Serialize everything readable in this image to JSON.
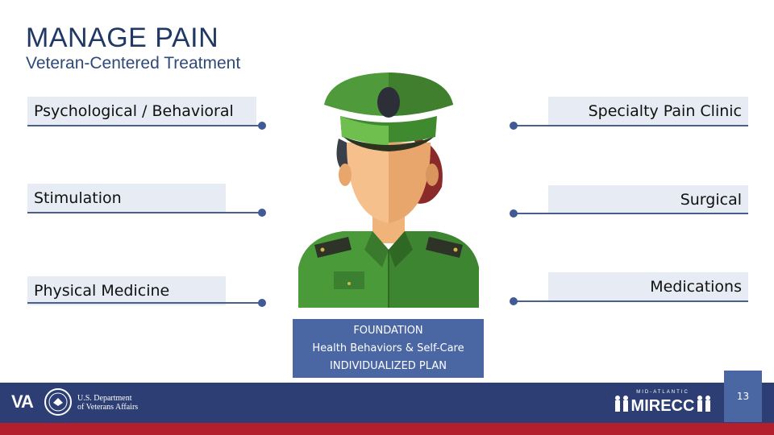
{
  "header": {
    "title": "MANAGE PAIN",
    "subtitle": "Veteran-Centered Treatment"
  },
  "left_items": [
    {
      "label": "Psychological / Behavioral"
    },
    {
      "label": "Stimulation"
    },
    {
      "label": "Physical Medicine"
    }
  ],
  "right_items": [
    {
      "label": "Specialty Pain Clinic"
    },
    {
      "label": "Surgical"
    },
    {
      "label": "Medications"
    }
  ],
  "foundation": {
    "line1": "FOUNDATION",
    "line2": "Health Behaviors & Self-Care",
    "line3": "INDIVIDUALIZED PLAN"
  },
  "footer": {
    "va_short": "VA",
    "dept_line1": "U.S. Department",
    "dept_line2": "of Veterans Affairs",
    "mirecc_label": "MIRECC",
    "mirecc_top": "MID-ATLANTIC",
    "page_number": "13"
  },
  "colors": {
    "title": "#1f3864",
    "label_bg": "#e7ebf3",
    "accent_blue": "#4a67a4",
    "footer_navy": "#2c3e74",
    "footer_red": "#b41f2e",
    "uniform_green": "#4a9a3a"
  }
}
